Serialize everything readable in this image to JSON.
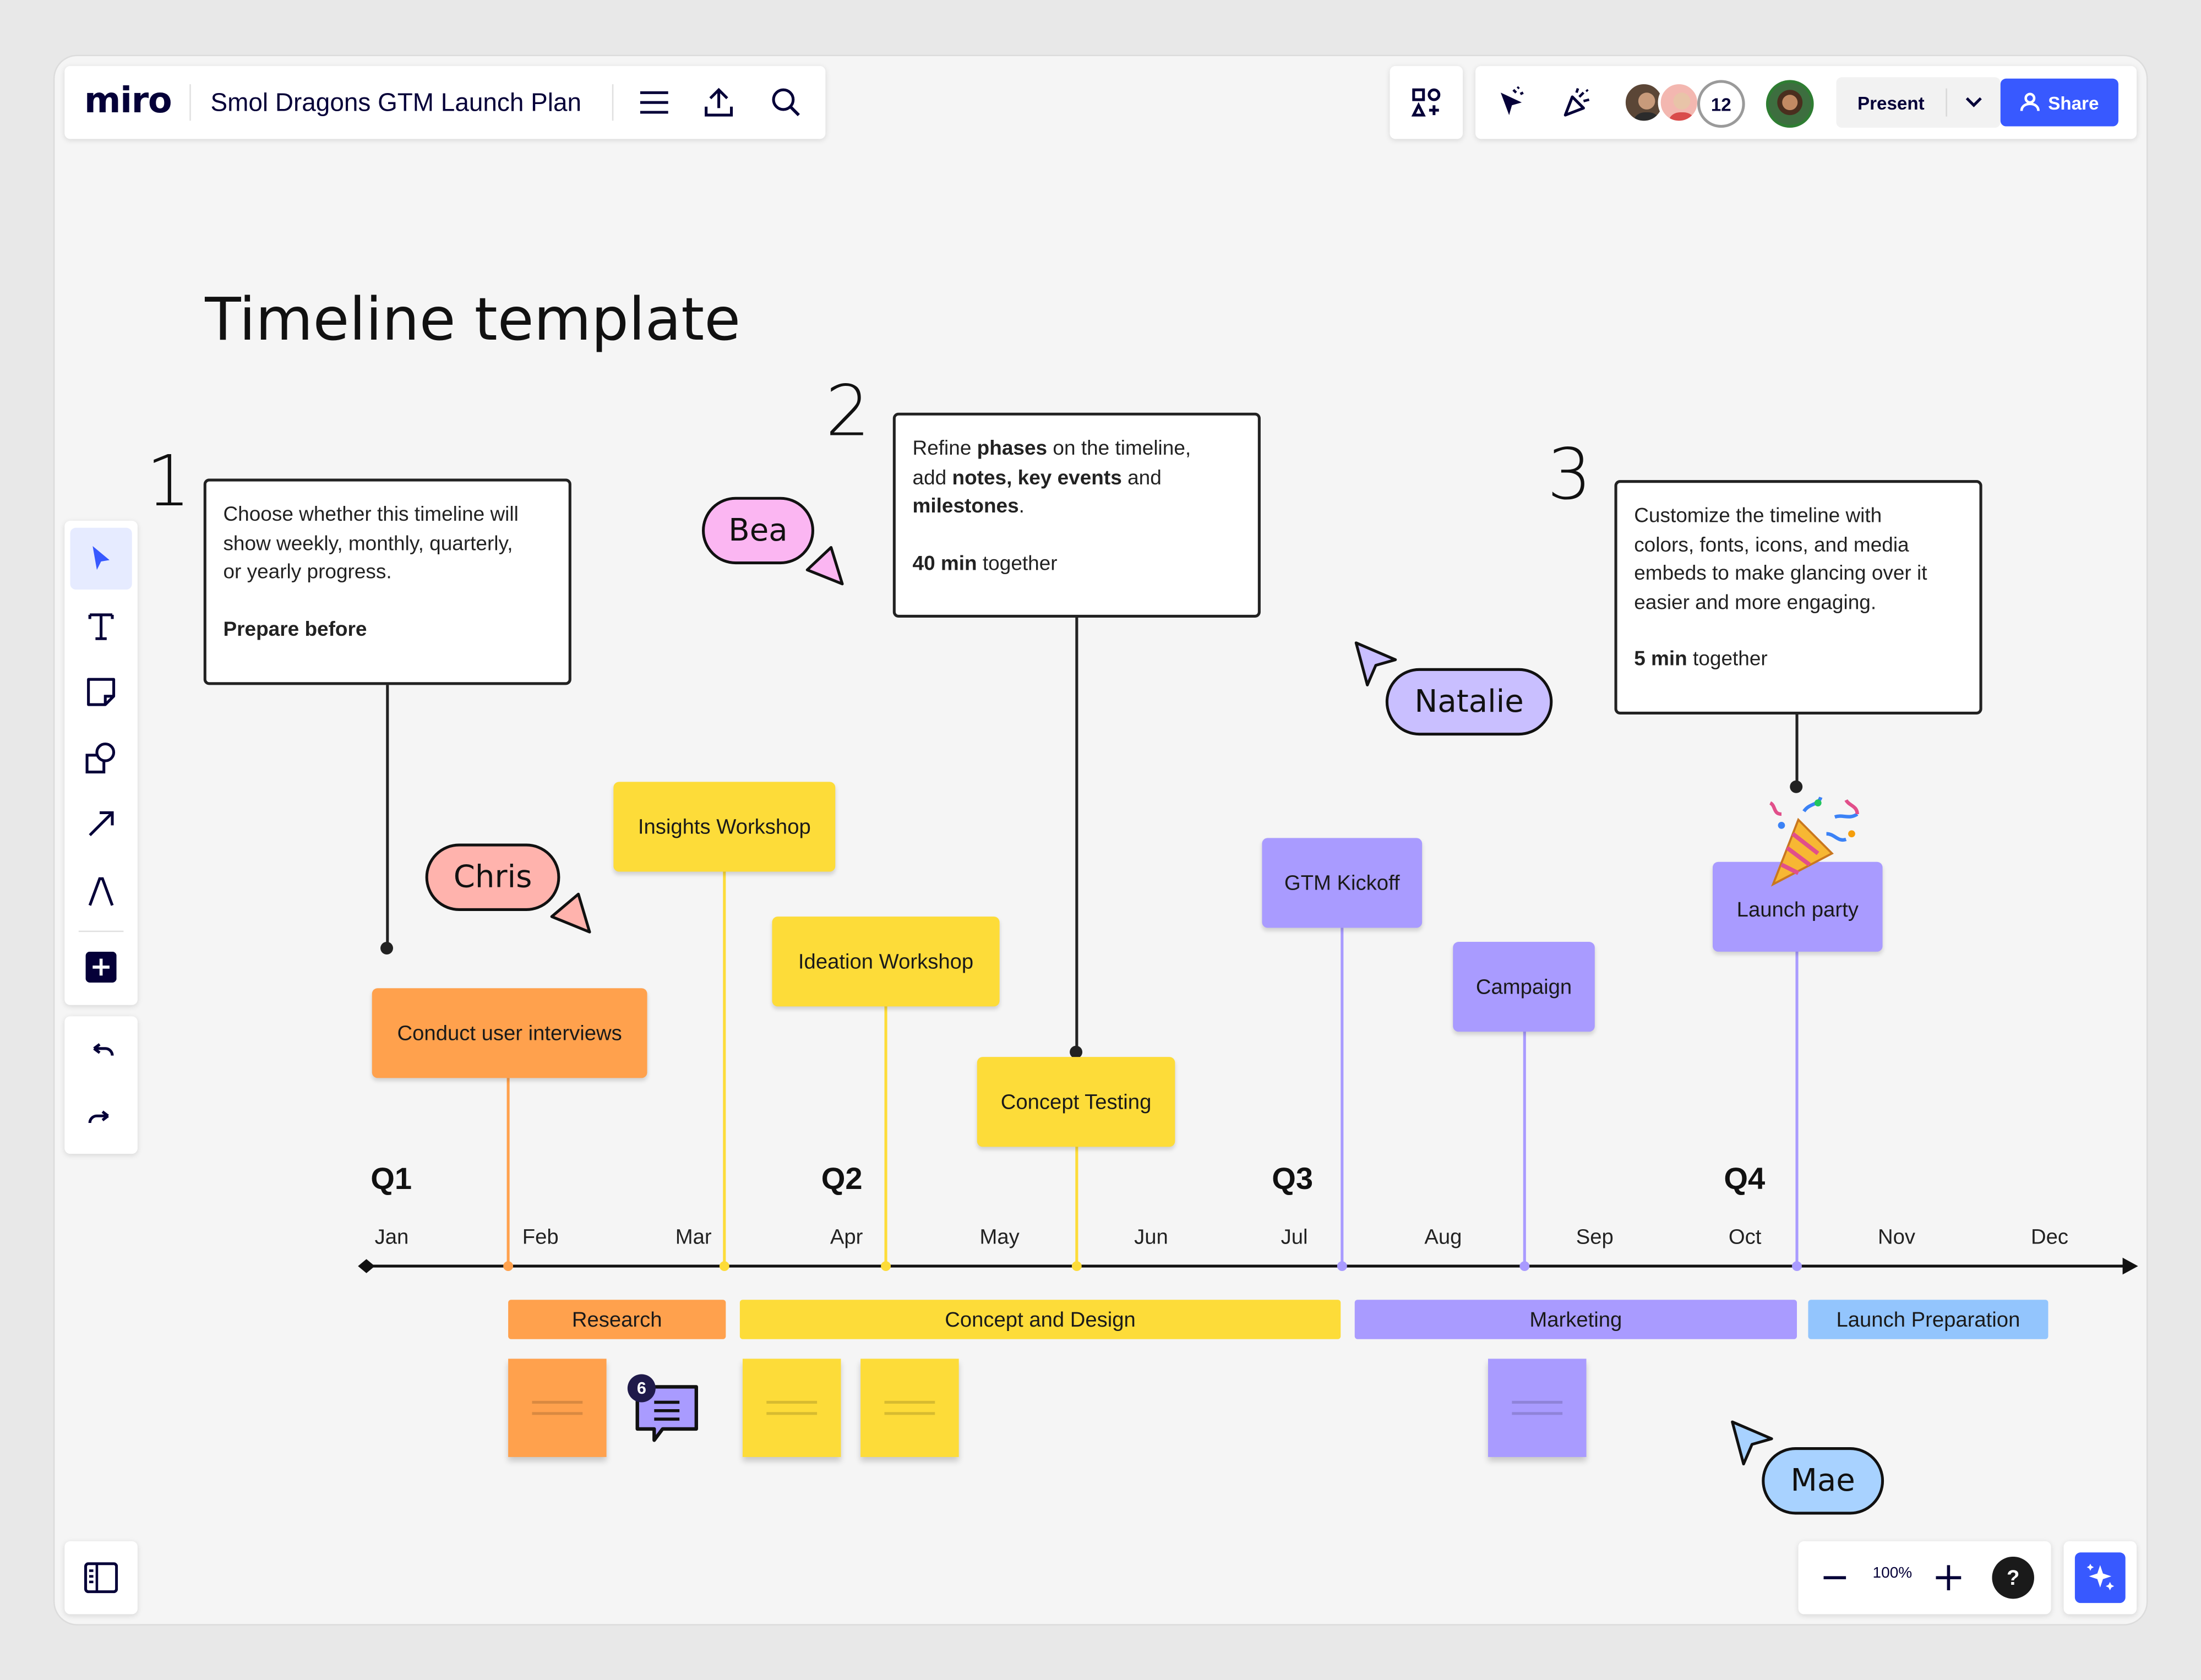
{
  "topbar": {
    "logo": "miro",
    "board_title": "Smol Dragons GTM Launch Plan",
    "menu_icon": "hamburger-menu-icon",
    "export_icon": "upload-icon",
    "search_icon": "search-icon"
  },
  "toolbar_right": {
    "apps_icon": "shapes-apps-icon",
    "cursor_icon": "attention-cursor-icon",
    "reactions_icon": "party-popper-icon",
    "collaborator_count": "12",
    "present_label": "Present",
    "present_dropdown_icon": "chevron-down-icon",
    "share_label": "Share",
    "share_icon": "user-icon"
  },
  "left_toolbar": {
    "tools": [
      "select-cursor-icon",
      "text-icon",
      "sticky-note-icon",
      "shapes-icon",
      "arrow-line-icon",
      "pen-icon",
      "plus-icon"
    ],
    "undo_icon": "undo-icon",
    "redo_icon": "redo-icon"
  },
  "canvas": {
    "title": "Timeline template",
    "steps": [
      {
        "number": "1",
        "line1": "Choose whether this timeline will",
        "line2": "show weekly, monthly, quarterly,",
        "line3": "or yearly progress.",
        "footer_bold": "Prepare before"
      },
      {
        "number": "2",
        "a": "Refine ",
        "b": "phases",
        "c": " on the timeline,",
        "d": "add ",
        "e": "notes, key events",
        "f": " and",
        "g": "milestones",
        "h": ".",
        "time_bold": "40 min",
        "time_rest": " together"
      },
      {
        "number": "3",
        "line1": "Customize the timeline with",
        "line2": "colors, fonts, icons, and media",
        "line3": "embeds to make glancing over it",
        "line4": "easier and more engaging.",
        "time_bold": "5 min",
        "time_rest": " together"
      }
    ],
    "events": [
      {
        "label": "Conduct user interviews",
        "color": "#ffa14d"
      },
      {
        "label": "Insights Workshop",
        "color": "#fddc39"
      },
      {
        "label": "Ideation Workshop",
        "color": "#fddc39"
      },
      {
        "label": "Concept Testing",
        "color": "#fddc39"
      },
      {
        "label": "GTM Kickoff",
        "color": "#a99bff"
      },
      {
        "label": "Campaign",
        "color": "#a99bff"
      },
      {
        "label": "Launch party",
        "color": "#a99bff"
      }
    ],
    "quarters": [
      "Q1",
      "Q2",
      "Q3",
      "Q4"
    ],
    "months": [
      "Jan",
      "Feb",
      "Mar",
      "Apr",
      "May",
      "Jun",
      "Jul",
      "Aug",
      "Sep",
      "Oct",
      "Nov",
      "Dec"
    ],
    "phases": [
      {
        "label": "Research",
        "color": "#ffa14d"
      },
      {
        "label": "Concept and Design",
        "color": "#fddc39"
      },
      {
        "label": "Marketing",
        "color": "#a99bff"
      },
      {
        "label": "Launch Preparation",
        "color": "#93c5fd"
      }
    ],
    "comment_count": "6",
    "cursors": [
      {
        "name": "Bea",
        "color": "#fbb6f2"
      },
      {
        "name": "Chris",
        "color": "#ffb3ad"
      },
      {
        "name": "Natalie",
        "color": "#c9bfff"
      },
      {
        "name": "Mae",
        "color": "#a8d2ff"
      }
    ]
  },
  "bottom_right": {
    "zoom_out_icon": "minus-icon",
    "zoom_level": "100%",
    "zoom_in_icon": "plus-icon",
    "help_icon": "question-icon",
    "ai_icon": "sparkle-icon"
  },
  "bottom_left": {
    "panel_icon": "sidebar-panel-icon"
  }
}
